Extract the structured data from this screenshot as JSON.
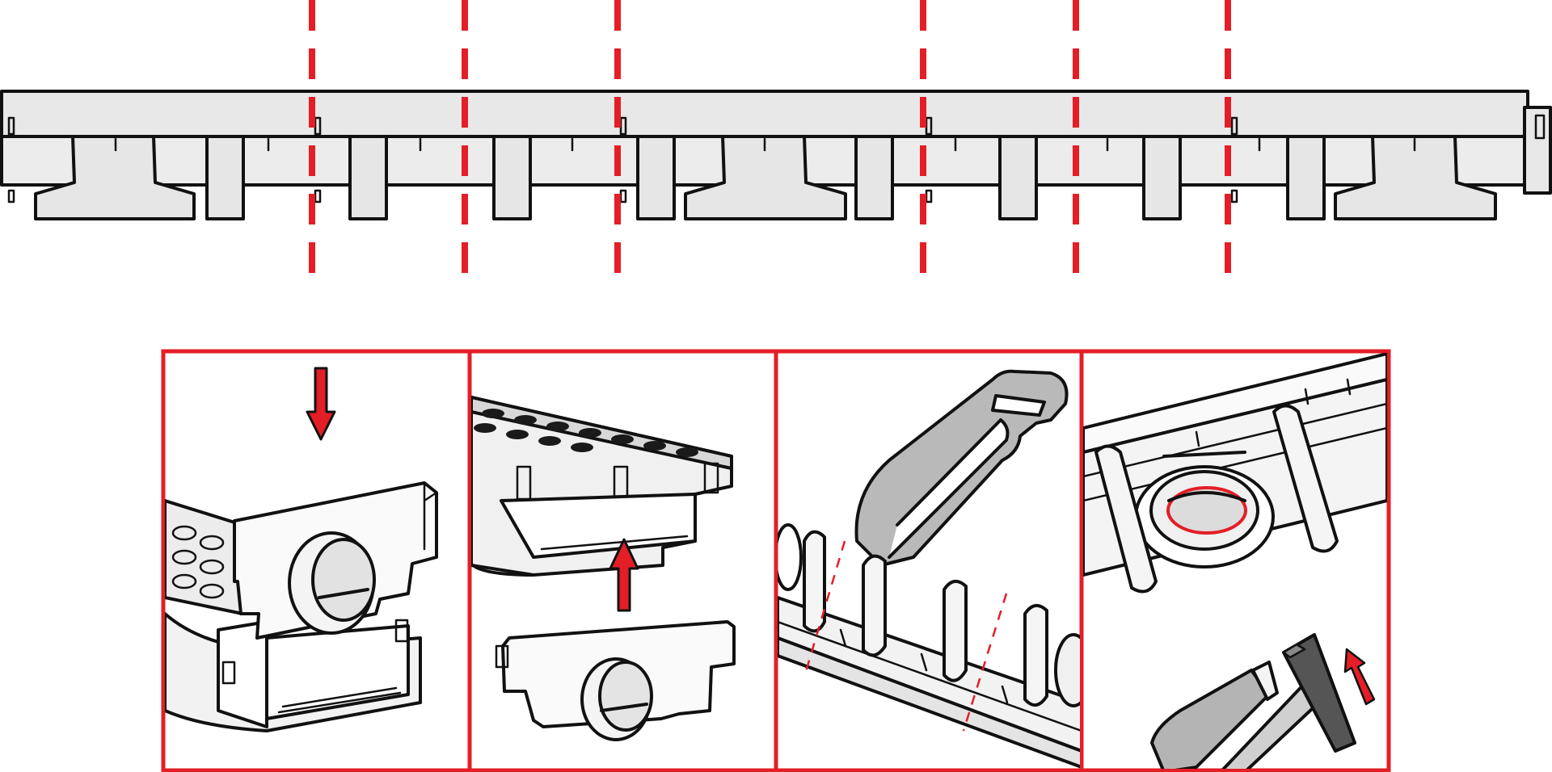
{
  "colors": {
    "accent_red": "#e41e26",
    "ink": "#111111",
    "channel_fill": "#e8e8e8",
    "tool_grey": "#b4b4b4",
    "hammer_dark": "#555555"
  },
  "icons": [
    "arrow-down-icon",
    "arrow-up-icon",
    "saw-icon",
    "hammer-icon",
    "knife-icon"
  ],
  "diagram": {
    "cut_guides_count": 6,
    "panels": [
      {
        "id": "insert-end-cap",
        "arrow": "down"
      },
      {
        "id": "remove-end-cap",
        "arrow": "up"
      },
      {
        "id": "saw-cut",
        "arrow": "none"
      },
      {
        "id": "knock-out-outlet",
        "arrow": "up"
      }
    ]
  }
}
